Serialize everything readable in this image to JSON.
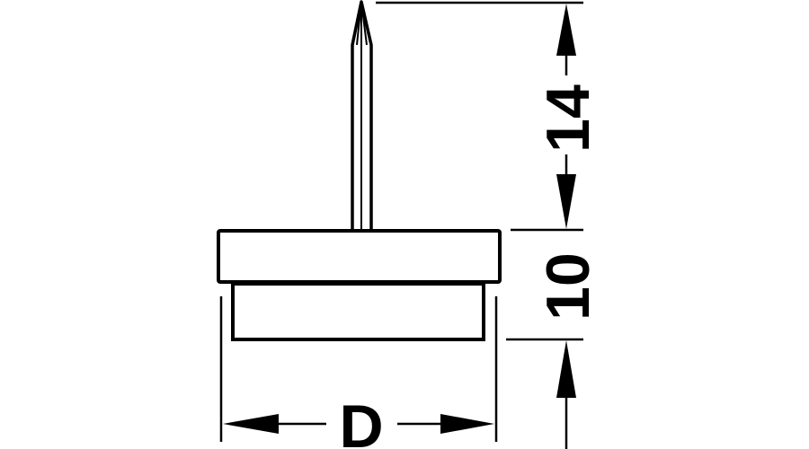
{
  "diagram": {
    "dimensions": {
      "diameter_label": "D",
      "pin_length_label": "14",
      "body_height_label": "10"
    },
    "colors": {
      "line": "#000000",
      "background": "#ffffff"
    }
  }
}
